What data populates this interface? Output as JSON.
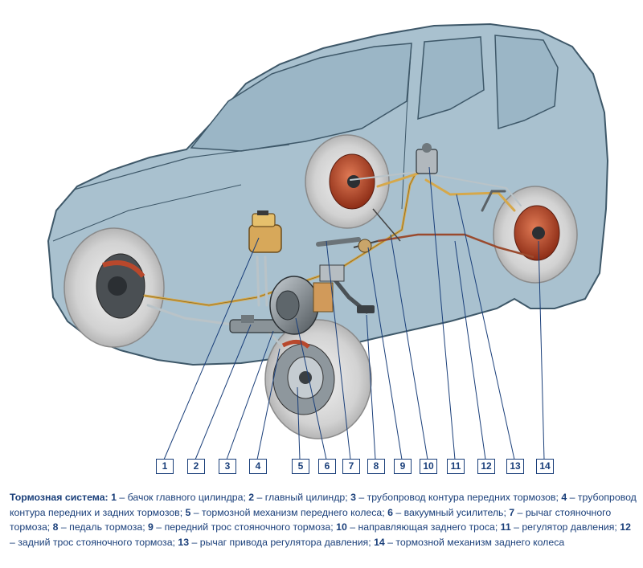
{
  "labels": [
    "1",
    "2",
    "3",
    "4",
    "5",
    "6",
    "7",
    "8",
    "9",
    "10",
    "11",
    "12",
    "13",
    "14"
  ],
  "caption": {
    "title": "Тормозная система:",
    "items": [
      {
        "n": "1",
        "t": " – бачок главного цилиндра; "
      },
      {
        "n": "2",
        "t": " – главный цилиндр; "
      },
      {
        "n": "3",
        "t": " – трубопровод контура передних тормозов; "
      },
      {
        "n": "4",
        "t": " – трубопровод контура передних и задних тормозов; "
      },
      {
        "n": "5",
        "t": " – тормозной механизм переднего колеса; "
      },
      {
        "n": "6",
        "t": " – вакуумный усилитель; "
      },
      {
        "n": "7",
        "t": " – рычаг стояночного тормоза; "
      },
      {
        "n": "8",
        "t": " – педаль тормоза; "
      },
      {
        "n": "9",
        "t": " – передний трос стояночного тормоза; "
      },
      {
        "n": "10",
        "t": " – направляющая заднего троса; "
      },
      {
        "n": "11",
        "t": " – регулятор давления; "
      },
      {
        "n": "12",
        "t": " – задний трос стояночного тормоза; "
      },
      {
        "n": "13",
        "t": " – рычаг привода регулятора давления; "
      },
      {
        "n": "14",
        "t": " – тормозной механизм заднего колеса"
      }
    ]
  },
  "colors": {
    "car_body": "#a9c1cf",
    "car_outline": "#3e5869",
    "label_border": "#1a3f7a",
    "caption_text": "#1a3f7a",
    "brake_line": "#d6a84a",
    "brake_drum": "#b8482c"
  }
}
